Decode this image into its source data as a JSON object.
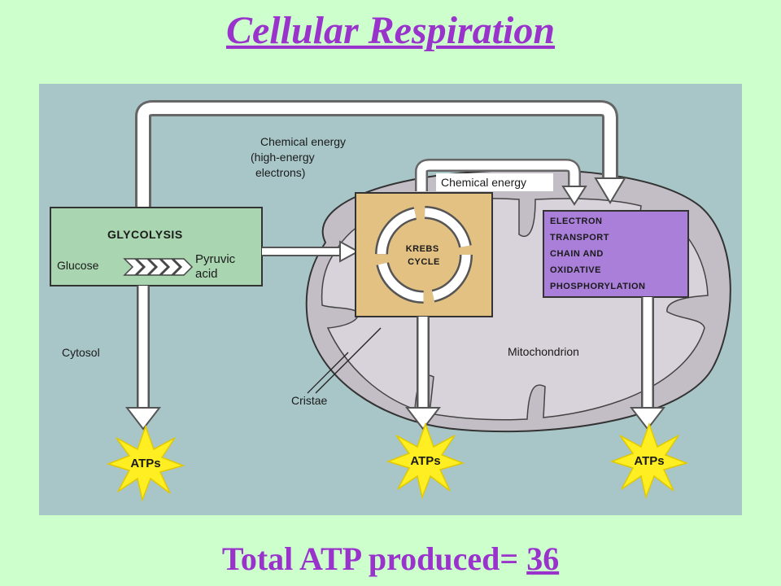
{
  "title": "Cellular Respiration",
  "total": {
    "label": "Total ATP produced= ",
    "value": "36"
  },
  "diagram": {
    "chemical_energy_label": [
      "Chemical energy",
      "(high-energy",
      "electrons)"
    ],
    "chemical_energy_short": "Chemical energy",
    "glycolysis": {
      "title": "GLYCOLYSIS",
      "input": "Glucose",
      "output": [
        "Pyruvic",
        "acid"
      ]
    },
    "krebs": [
      "KREBS",
      "CYCLE"
    ],
    "etc": [
      "ELECTRON",
      "TRANSPORT",
      "CHAIN AND",
      "OXIDATIVE",
      "PHOSPHORYLATION"
    ],
    "cytosol": "Cytosol",
    "mitochondrion": "Mitochondrion",
    "cristae": "Cristae",
    "atp_labels": [
      "ATPs",
      "ATPs",
      "ATPs"
    ]
  },
  "colors": {
    "background": "#ccffcc",
    "title": "#9933cc",
    "page": "#a8c6c8",
    "glycolysis_box": "#a9d6b0",
    "krebs_box": "#e3c183",
    "etc_box": "#a97fd9",
    "mitochondrion": "#c3bec6",
    "burst": "#ffee22"
  }
}
